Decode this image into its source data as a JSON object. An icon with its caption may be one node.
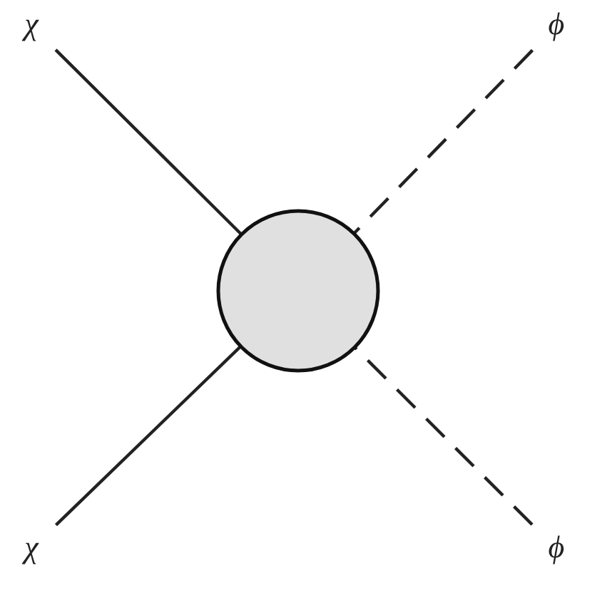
{
  "diagram": {
    "nodes": [
      {
        "text": [
          "χ"
        ]
      },
      {
        "text": [
          "ϕ"
        ]
      },
      {
        "text": [],
        "shape": "circle"
      },
      {
        "text": [
          "χ"
        ]
      },
      {
        "text": [
          "ϕ"
        ]
      }
    ],
    "edges": [
      {
        "from": 0,
        "to": 2,
        "arrow": "none"
      },
      {
        "from": 1,
        "to": 2,
        "arrow": "none",
        "style": "dashed"
      },
      {
        "from": 3,
        "to": 2,
        "arrow": "none"
      },
      {
        "from": 4,
        "to": 2,
        "arrow": "none",
        "style": "dashed"
      }
    ]
  }
}
